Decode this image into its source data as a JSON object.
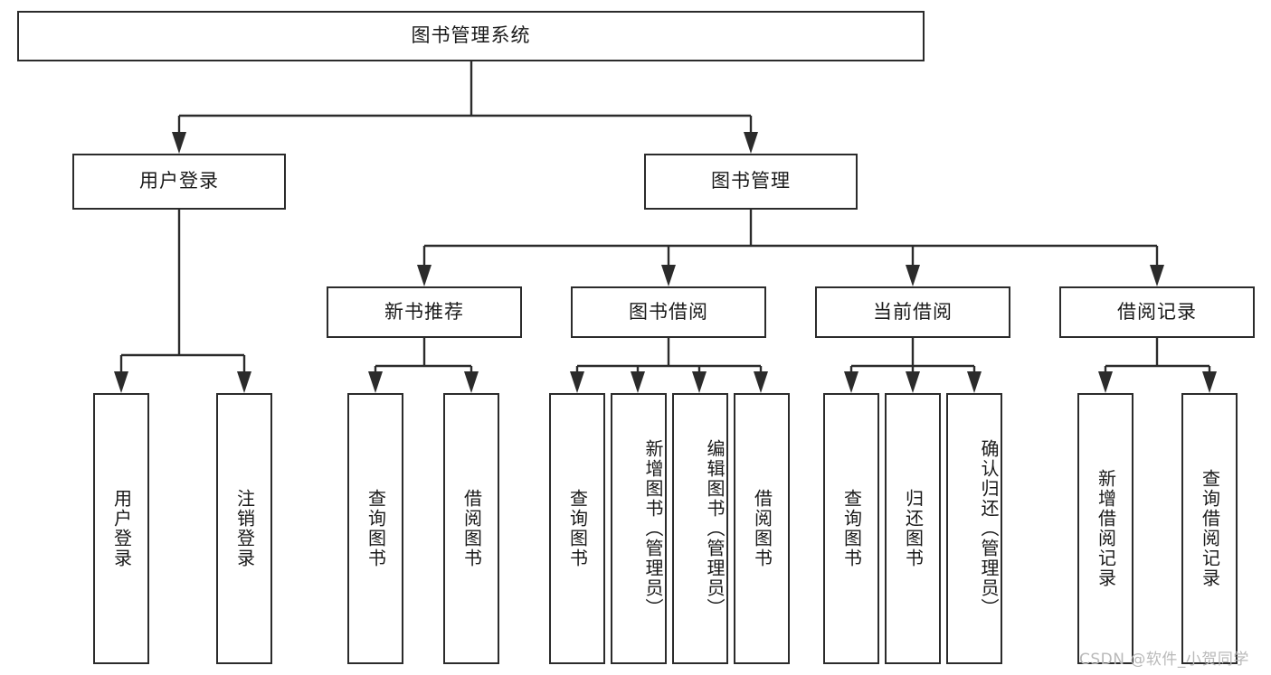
{
  "diagram": {
    "type": "hierarchy-tree",
    "title": "图书管理系统",
    "root": {
      "label": "图书管理系统"
    },
    "level2": [
      {
        "label": "用户登录"
      },
      {
        "label": "图书管理"
      }
    ],
    "level3": [
      {
        "label": "新书推荐"
      },
      {
        "label": "图书借阅"
      },
      {
        "label": "当前借阅"
      },
      {
        "label": "借阅记录"
      }
    ],
    "leaves": {
      "user_login": [
        {
          "label": "用户登录"
        },
        {
          "label": "注销登录"
        }
      ],
      "new_book_recommend": [
        {
          "label": "查询图书"
        },
        {
          "label": "借阅图书"
        }
      ],
      "book_borrow": [
        {
          "label": "查询图书"
        },
        {
          "label": "新增图书（管理员）"
        },
        {
          "label": "编辑图书（管理员）"
        },
        {
          "label": "借阅图书"
        }
      ],
      "current_borrow": [
        {
          "label": "查询图书"
        },
        {
          "label": "归还图书"
        },
        {
          "label": "确认归还（管理员）"
        }
      ],
      "borrow_record": [
        {
          "label": "新增借阅记录"
        },
        {
          "label": "查询借阅记录"
        }
      ]
    }
  },
  "watermark": {
    "text": "CSDN @软件_小贺同学"
  },
  "colors": {
    "stroke": "#2b2b2b",
    "background": "#ffffff",
    "text": "#1a1a1a",
    "watermark": "#b9b9b9"
  }
}
